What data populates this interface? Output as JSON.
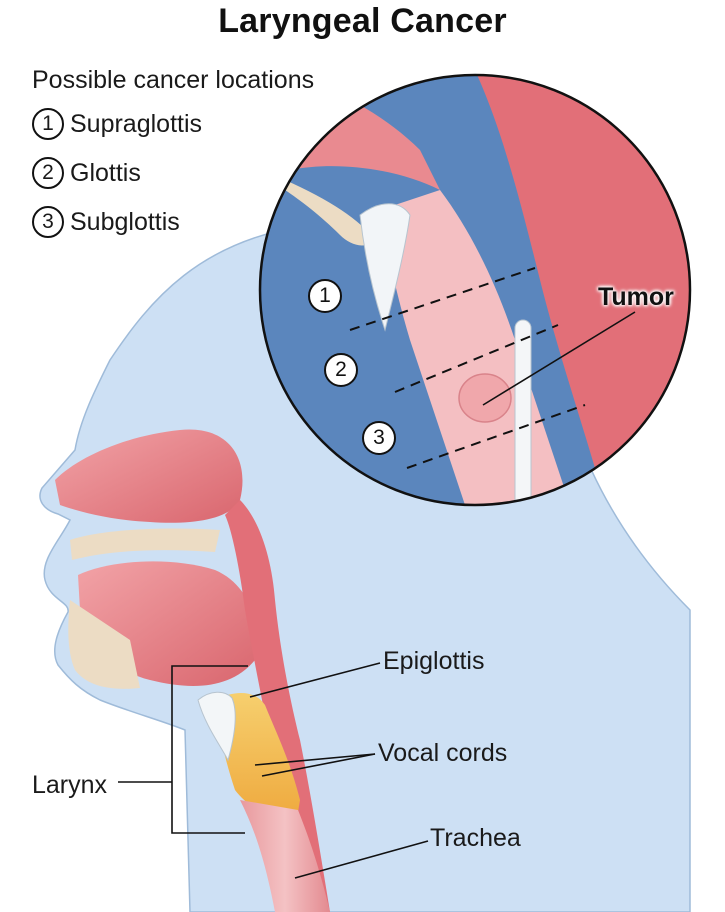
{
  "title": "Laryngeal Cancer",
  "legend": {
    "heading": "Possible cancer locations",
    "items": [
      {
        "number": "1",
        "label": "Supraglottis"
      },
      {
        "number": "2",
        "label": "Glottis"
      },
      {
        "number": "3",
        "label": "Subglottis"
      }
    ]
  },
  "inset": {
    "tumor_label": "Tumor",
    "zones": [
      "1",
      "2",
      "3"
    ]
  },
  "labels": {
    "epiglottis": "Epiglottis",
    "vocal_cords": "Vocal cords",
    "larynx": "Larynx",
    "trachea": "Trachea"
  },
  "colors": {
    "head_silhouette": "#cde0f4",
    "inset_background": "#5b86bd",
    "tissue_pink": "#e8848a",
    "larynx_highlight": "#f0b040"
  }
}
